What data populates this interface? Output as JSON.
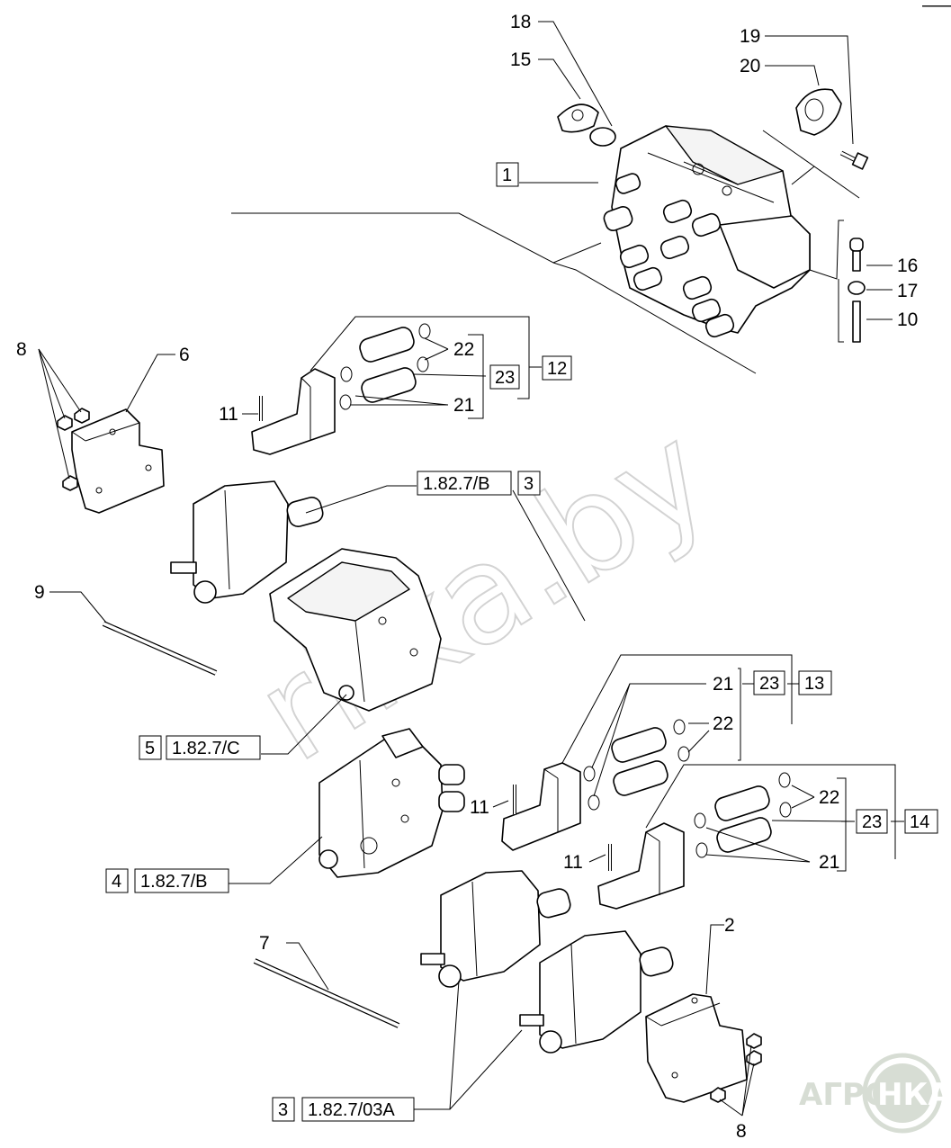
{
  "corner_mark": "——",
  "watermark": "rilka.by",
  "logo": {
    "left": "АГРО",
    "right": "НКА",
    "color": "#d7ddd4"
  },
  "callouts": {
    "c1": "1",
    "c2": "2",
    "c3a": "3",
    "c3b": "3",
    "c4": "4",
    "c5": "5",
    "c6": "6",
    "c7": "7",
    "c8a": "8",
    "c8b": "8",
    "c9": "9",
    "c10": "10",
    "c11a": "11",
    "c11b": "11",
    "c11c": "11",
    "c12": "12",
    "c13": "13",
    "c14": "14",
    "c15": "15",
    "c16": "16",
    "c17": "17",
    "c18": "18",
    "c19": "19",
    "c20": "20",
    "c21a": "21",
    "c21b": "21",
    "c21c": "21",
    "c22a": "22",
    "c22b": "22",
    "c22c": "22",
    "c23a": "23",
    "c23b": "23",
    "c23c": "23"
  },
  "references": {
    "r_182_7_b_top": "1.82.7/B",
    "r_182_7_c": "1.82.7/C",
    "r_182_7_b_mid": "1.82.7/B",
    "r_182_7_03a": "1.82.7/03A"
  }
}
